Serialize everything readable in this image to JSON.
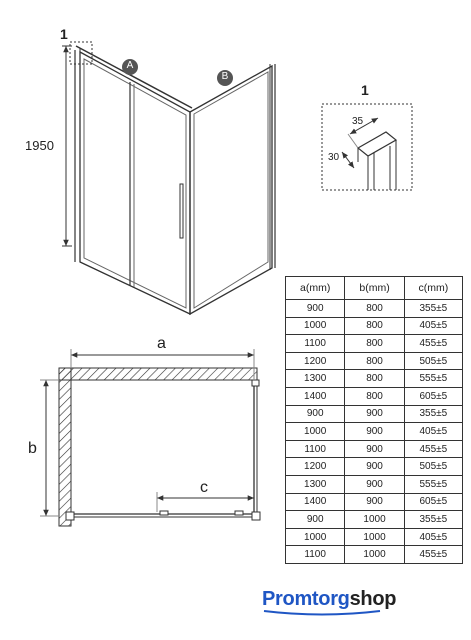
{
  "detail": {
    "label": "1",
    "dim1": "35",
    "dim2": "30"
  },
  "perspective": {
    "detail_marker": "1",
    "height": "1950",
    "panel_a": "A",
    "panel_b": "B"
  },
  "plan": {
    "a": "a",
    "b": "b",
    "c": "c"
  },
  "table": {
    "headers": [
      "a(mm)",
      "b(mm)",
      "c(mm)"
    ],
    "rows": [
      [
        "900",
        "800",
        "355±5"
      ],
      [
        "1000",
        "800",
        "405±5"
      ],
      [
        "1100",
        "800",
        "455±5"
      ],
      [
        "1200",
        "800",
        "505±5"
      ],
      [
        "1300",
        "800",
        "555±5"
      ],
      [
        "1400",
        "800",
        "605±5"
      ],
      [
        "900",
        "900",
        "355±5"
      ],
      [
        "1000",
        "900",
        "405±5"
      ],
      [
        "1100",
        "900",
        "455±5"
      ],
      [
        "1200",
        "900",
        "505±5"
      ],
      [
        "1300",
        "900",
        "555±5"
      ],
      [
        "1400",
        "900",
        "605±5"
      ],
      [
        "900",
        "1000",
        "355±5"
      ],
      [
        "1000",
        "1000",
        "405±5"
      ],
      [
        "1100",
        "1000",
        "455±5"
      ]
    ]
  },
  "logo": {
    "part1": "Promtorg",
    "part2": "shop",
    "color_primary": "#1f56c4",
    "color_secondary": "#222222"
  }
}
